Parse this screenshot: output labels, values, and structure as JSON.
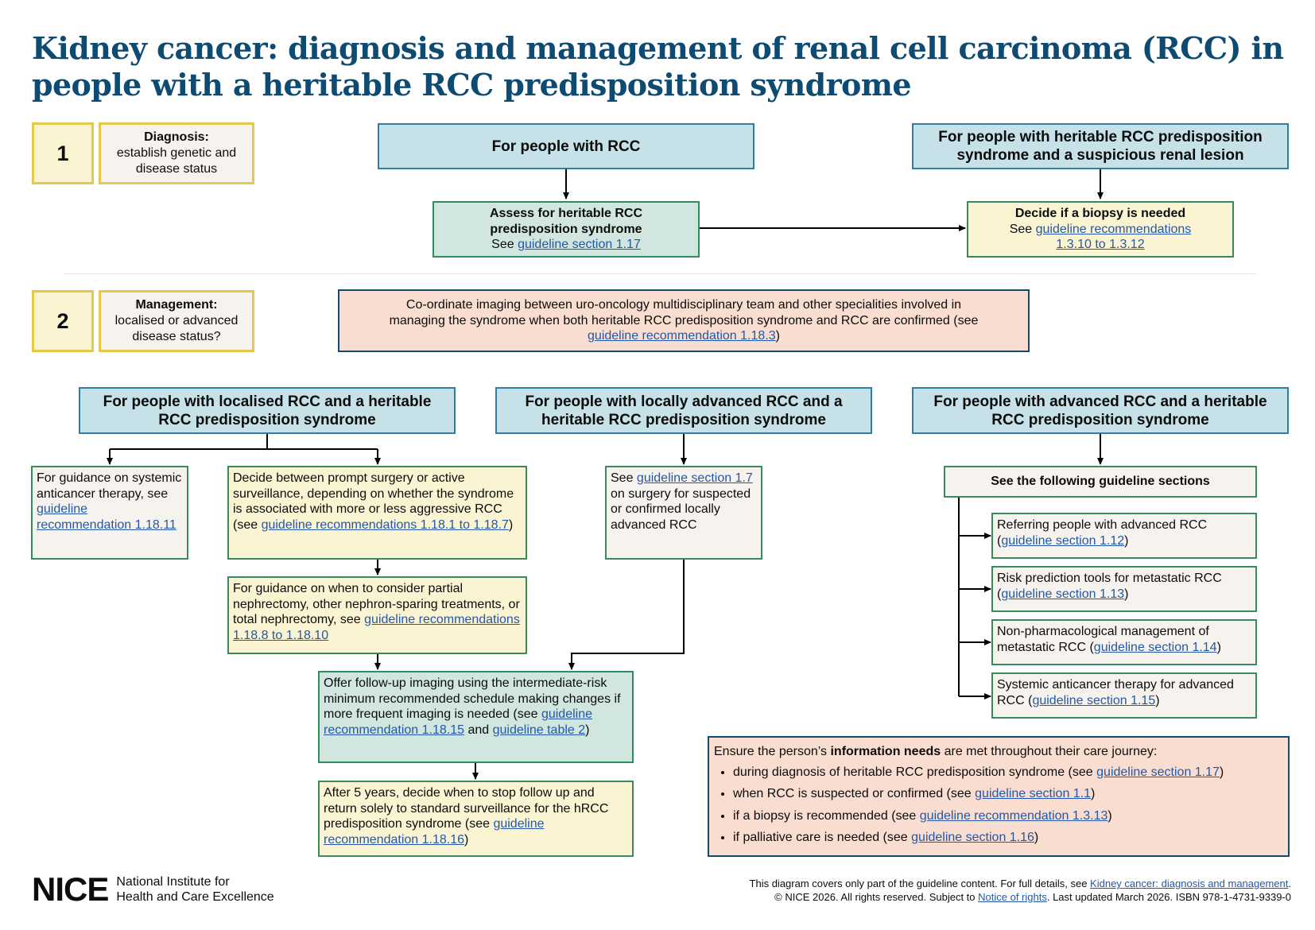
{
  "title": "Kidney cancer: diagnosis and management of renal cell carcinoma (RCC) in people with a heritable RCC predisposition syndrome",
  "steps": [
    {
      "number": "1",
      "heading": "Diagnosis:",
      "text": "establish genetic and disease status"
    },
    {
      "number": "2",
      "heading": "Management:",
      "text": "localised or advanced disease status?"
    }
  ],
  "diagnosis": {
    "rcc_header": "For people with RCC",
    "heritable_header": "For people with heritable RCC predisposition syndrome and a suspicious renal lesion",
    "assess_title": "Assess for heritable RCC predisposition syndrome",
    "assess_see": "See",
    "assess_link": "guideline section 1.17",
    "biopsy_title": "Decide if a biopsy is needed",
    "biopsy_see": "See",
    "biopsy_link": "guideline recommendations 1.3.10 to 1.3.12"
  },
  "coordinate": {
    "text": "Co-ordinate imaging between uro-oncology multidisciplinary team and other specialities involved in managing the syndrome when both heritable RCC predisposition syndrome and RCC are confirmed (see",
    "link": "guideline recommendation 1.18.3",
    "close": ")"
  },
  "columns": {
    "localised_header": "For people with localised RCC and a heritable RCC predisposition syndrome",
    "locally_advanced_header": "For people with locally advanced RCC and a heritable RCC predisposition syndrome",
    "advanced_header": "For people with advanced RCC and a heritable RCC predisposition syndrome"
  },
  "localised": {
    "systemic_text": "For guidance on systemic anticancer therapy, see",
    "systemic_link": "guideline recommendation 1.18.11",
    "decide_text": "Decide between prompt surgery or active surveillance, depending on whether the syndrome is associated with more or less aggressive RCC (see",
    "decide_link": "guideline recommendations 1.18.1 to 1.18.7",
    "decide_close": ")",
    "partial_text": "For guidance on when to consider partial nephrectomy, other nephron-sparing treatments, or total nephrectomy, see",
    "partial_link": "guideline recommendations 1.18.8 to 1.18.10",
    "followup_text": "Offer follow-up imaging using the intermediate-risk minimum recommended schedule making changes if more frequent imaging is needed  (see",
    "followup_link1": "guideline recommendation 1.18.15",
    "followup_and": "and",
    "followup_link2": "guideline table 2",
    "followup_close": ")",
    "fiveyears_text": "After 5 years, decide when to stop follow up and return solely to standard surveillance for the hRCC predisposition syndrome (see",
    "fiveyears_link": "guideline recommendation 1.18.16",
    "fiveyears_close": ")"
  },
  "locally_advanced": {
    "see": "See",
    "link": "guideline section 1.7",
    "text": "on surgery for suspected or confirmed locally advanced RCC"
  },
  "advanced": {
    "sections_header": "See the following guideline sections",
    "items": [
      {
        "text": "Referring people with advanced RCC (",
        "link": "guideline section 1.12",
        "close": ")"
      },
      {
        "text": "Risk prediction tools for metastatic RCC (",
        "link": "guideline section 1.13",
        "close": ")"
      },
      {
        "text": "Non-pharmacological management of metastatic RCC (",
        "link": "guideline section 1.14",
        "close": ")"
      },
      {
        "text": "Systemic anticancer therapy for advanced RCC (",
        "link": "guideline section 1.15",
        "close": ")"
      }
    ]
  },
  "info": {
    "intro_before": "Ensure the person’s",
    "intro_bold": "information needs",
    "intro_after": "are met throughout their care journey:",
    "bullets": [
      {
        "text": "during diagnosis of heritable RCC predisposition syndrome (see",
        "link": "guideline section 1.17",
        "close": ")"
      },
      {
        "text": "when RCC is suspected or confirmed (see",
        "link": "guideline section 1.1",
        "close": ")"
      },
      {
        "text": "if a biopsy is recommended (see",
        "link": "guideline recommendation 1.3.13",
        "close": ")"
      },
      {
        "text": "if palliative care is needed (see",
        "link": "guideline section 1.16",
        "close": ")"
      }
    ]
  },
  "footer": {
    "logo": "NICE",
    "org_line1": "National Institute for",
    "org_line2": "Health and Care Excellence",
    "coverage_text": "This diagram covers only part of the guideline content. For full details, see",
    "coverage_link": "Kidney cancer: diagnosis and management",
    "coverage_end": ".",
    "rights_text": "© NICE 2026. All rights reserved. Subject to",
    "rights_link": "Notice of rights",
    "rights_end": ". Last updated March 2026. ISBN 978-1-4731-9339-0"
  },
  "colors": {
    "title": "#0e4b73",
    "header_fill": "#c6e1e8",
    "assess_fill": "#d1e6df",
    "note_fill": "#faf4d2",
    "coordinate_fill": "#f8ddd0",
    "neutral_fill": "#f6f3ef",
    "link": "#2458a6"
  }
}
